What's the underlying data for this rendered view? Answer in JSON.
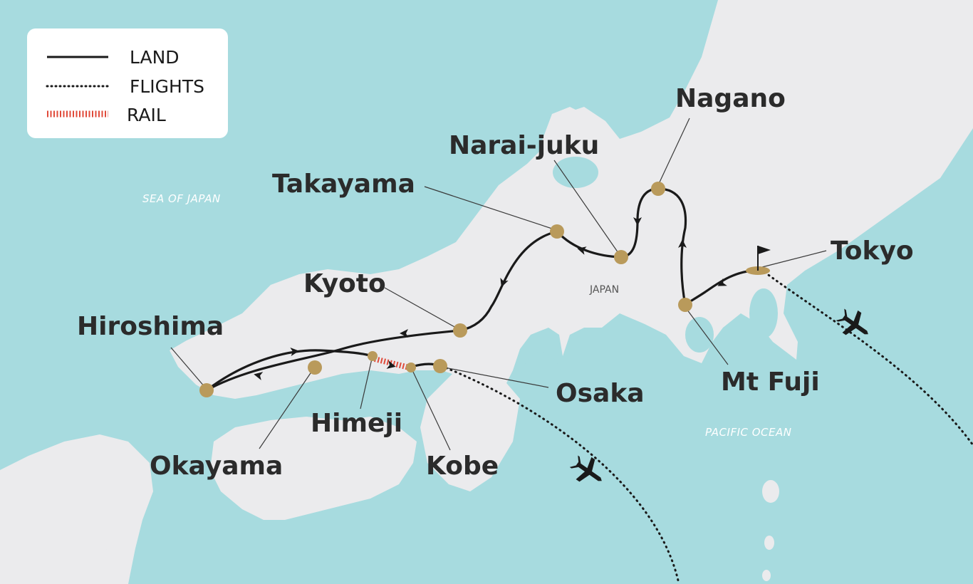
{
  "legend": {
    "land_label": "LAND",
    "flights_label": "FLIGHTS",
    "rail_label": "RAIL"
  },
  "areas": {
    "sea_of_japan": "SEA OF JAPAN",
    "pacific_ocean": "PACIFIC OCEAN",
    "country": "JAPAN"
  },
  "cities": {
    "nagano": "Nagano",
    "narai_juku": "Narai-juku",
    "takayama": "Takayama",
    "kyoto": "Kyoto",
    "hiroshima": "Hiroshima",
    "tokyo": "Tokyo",
    "mt_fuji": "Mt Fuji",
    "osaka": "Osaka",
    "himeji": "Himeji",
    "kobe": "Kobe",
    "okayama": "Okayama"
  },
  "colors": {
    "sea": "#a7dbdf",
    "land": "#ebebed",
    "route": "#1a1a1a",
    "rail": "#e04a3a",
    "stop_marker": "#b99a5b"
  },
  "icons": {
    "start_marker": "flag-icon",
    "flight_marker": "airplane-icon"
  }
}
